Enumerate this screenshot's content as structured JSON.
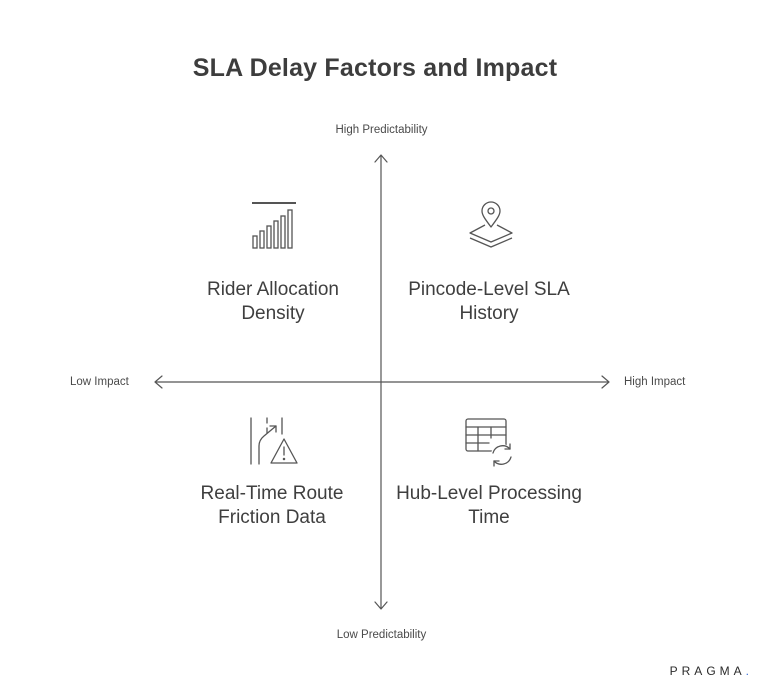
{
  "title": "SLA Delay Factors and Impact",
  "axes": {
    "top": "High Predictability",
    "bottom": "Low Predictability",
    "left": "Low Impact",
    "right": "High Impact"
  },
  "quadrants": {
    "top_left": {
      "label": "Rider Allocation Density",
      "icon": "bar-chart-icon"
    },
    "top_right": {
      "label": "Pincode-Level SLA History",
      "icon": "map-pin-layers-icon"
    },
    "bottom_left": {
      "label": "Real-Time Route Friction Data",
      "icon": "road-warning-icon"
    },
    "bottom_right": {
      "label": "Hub-Level Processing Time",
      "icon": "table-sync-icon"
    }
  },
  "brand": {
    "name": "PRAGMA",
    "dot": "."
  },
  "colors": {
    "text": "#3f3f3f",
    "line": "#555555",
    "brand_dot": "#3a6fd8"
  }
}
